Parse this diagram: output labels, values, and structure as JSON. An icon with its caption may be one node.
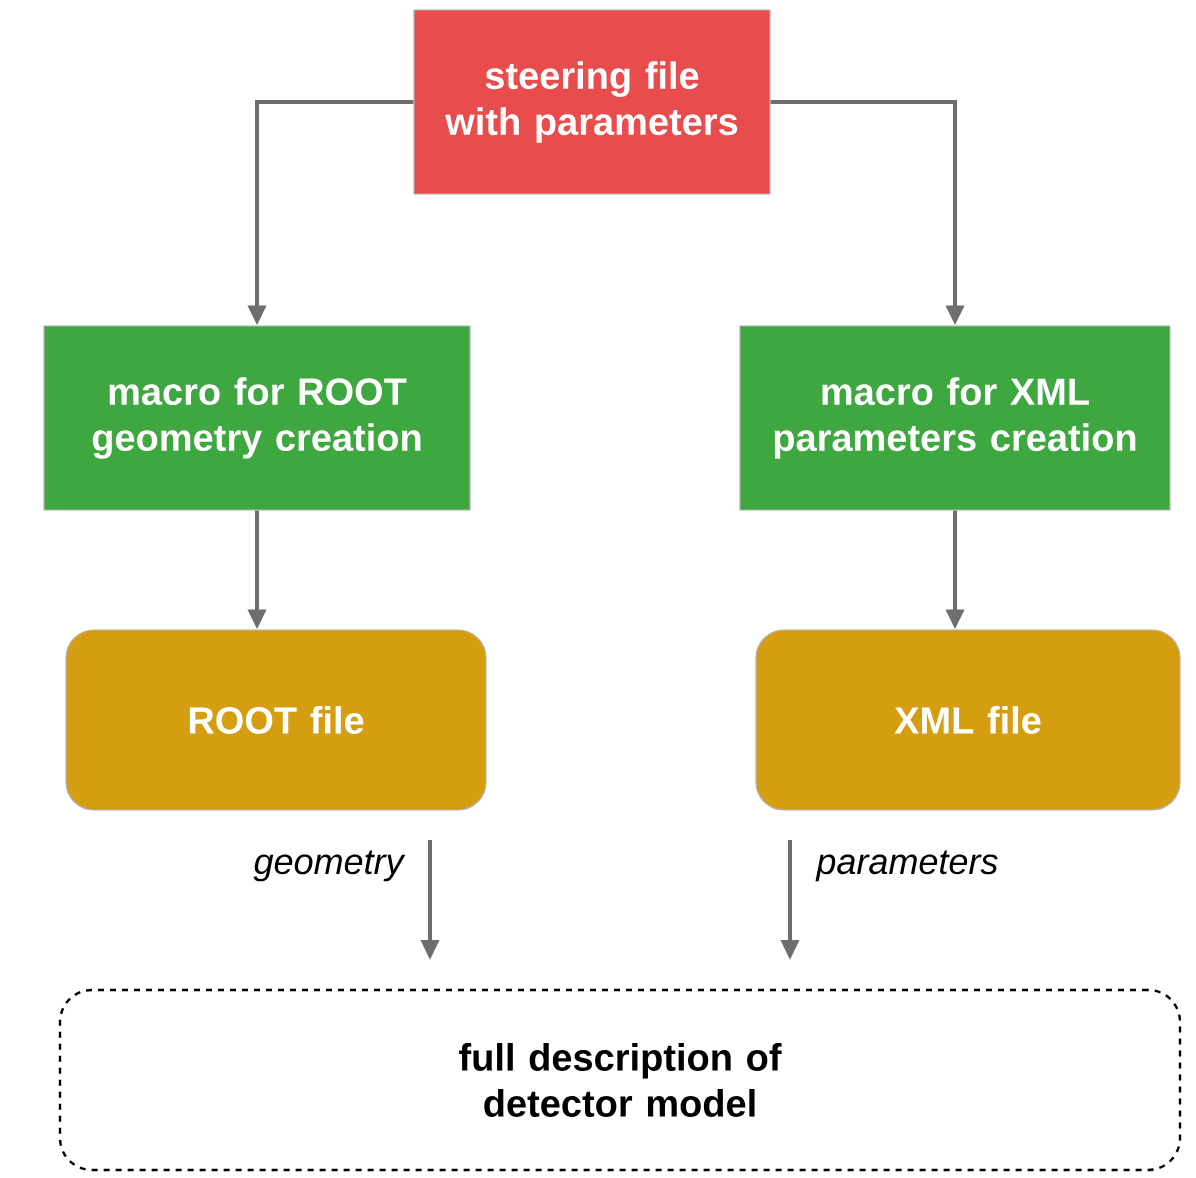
{
  "diagram": {
    "nodes": [
      {
        "text": [
          "steering file with parameters"
        ]
      },
      {
        "text": [
          "macro for ROOT geometry creation"
        ]
      },
      {
        "text": [
          "macro for XML parameters creation"
        ]
      },
      {
        "text": [
          "ROOT file"
        ]
      },
      {
        "text": [
          "XML file"
        ]
      },
      {
        "text": [
          "full description of detector model"
        ]
      }
    ],
    "edges": [
      {
        "from": 0,
        "to": 1,
        "arrow": "to"
      },
      {
        "from": 0,
        "to": 2,
        "arrow": "to"
      },
      {
        "from": 1,
        "to": 3,
        "arrow": "to"
      },
      {
        "from": 2,
        "to": 4,
        "arrow": "to"
      },
      {
        "from": 3,
        "to": 5,
        "arrow": "to",
        "label": "geometry"
      },
      {
        "from": 4,
        "to": 5,
        "arrow": "to",
        "label": "parameters"
      }
    ]
  }
}
